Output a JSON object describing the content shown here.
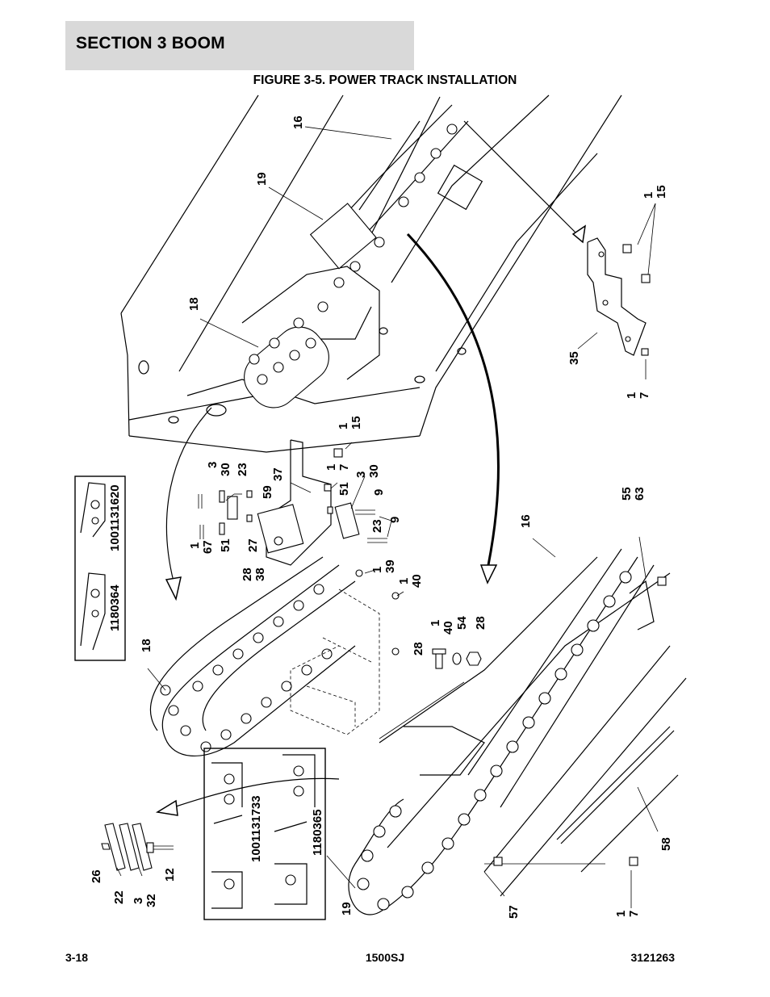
{
  "header": {
    "section_title": "SECTION 3   BOOM",
    "figure_title": "FIGURE 3-5. POWER TRACK INSTALLATION"
  },
  "footer": {
    "page_number": "3-18",
    "model": "1500SJ",
    "manual_number": "3121263"
  },
  "inset_boxes": {
    "upper_left": {
      "part_a": "1001131620",
      "part_b": "1180364"
    },
    "lower_middle": {
      "part_a": "1001131733",
      "part_b": "1180365"
    }
  },
  "callouts": {
    "c16_top": "16",
    "c19_top": "19",
    "c1_15_right_a": "1",
    "c1_15_right_b": "15",
    "c18_upper": "18",
    "c35": "35",
    "c1_7_right_a": "1",
    "c1_7_right_b": "7",
    "c1_15_mid_a": "1",
    "c1_15_mid_b": "15",
    "c3_30_a": "3",
    "c3_30_b": "30",
    "c23_a": "23",
    "c37": "37",
    "c1_7_mid_a": "1",
    "c1_7_mid_b": "7",
    "c51_a": "51",
    "c3_30_mid_a": "3",
    "c3_30_mid_b": "30",
    "c9_a": "9",
    "c59": "59",
    "c1_67_a": "1",
    "c1_67_b": "67",
    "c51_b": "51",
    "c27": "27",
    "c28_38_a": "28",
    "c28_38_b": "38",
    "c23_b": "23",
    "c9_b": "9",
    "c1_39_a": "1",
    "c1_39_b": "39",
    "c1_40_a": "1",
    "c1_40_b": "40",
    "c1_40_lower_a": "1",
    "c1_40_lower_b": "40",
    "c54": "54",
    "c28_lower": "28",
    "c28_small": "28",
    "c16_mid": "16",
    "c55_63_a": "55",
    "c55_63_b": "63",
    "c18_lower": "18",
    "c26": "26",
    "c22": "22",
    "c3_32_a": "3",
    "c3_32_b": "32",
    "c12": "12",
    "c19_bottom": "19",
    "c57": "57",
    "c58": "58",
    "c1_7_bottom_a": "1",
    "c1_7_bottom_b": "7"
  }
}
